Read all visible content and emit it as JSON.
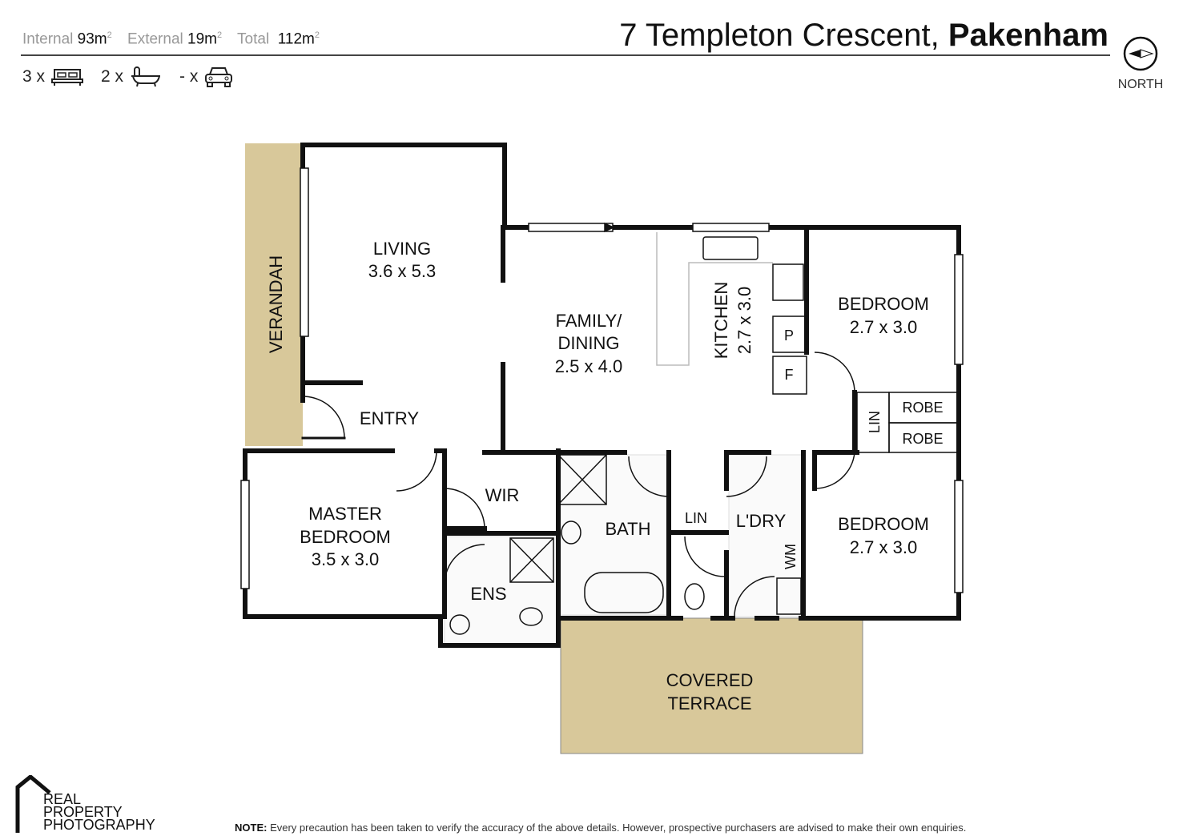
{
  "header": {
    "internal_label": "Internal",
    "internal_value": "93m",
    "external_label": "External",
    "external_value": "19m",
    "total_label": "Total",
    "total_value": "112m",
    "sq": "2",
    "address": "7 Templeton Crescent,",
    "suburb": "Pakenham",
    "bedrooms": "3 x",
    "bathrooms": "2 x",
    "cars": "- x",
    "north_label": "NORTH"
  },
  "rooms": {
    "verandah": "VERANDAH",
    "living": [
      "LIVING",
      "3.6 x 5.3"
    ],
    "family": [
      "FAMILY/",
      "DINING",
      "2.5 x 4.0"
    ],
    "kitchen": [
      "KITCHEN",
      "2.7 x 3.0"
    ],
    "bed1": [
      "BEDROOM",
      "2.7 x 3.0"
    ],
    "bed2": [
      "BEDROOM",
      "2.7 x 3.0"
    ],
    "master": [
      "MASTER",
      "BEDROOM",
      "3.5 x 3.0"
    ],
    "entry": "ENTRY",
    "wir": "WIR",
    "ens": "ENS",
    "bath": "BATH",
    "lin1": "LIN",
    "lin2": "LIN",
    "ldry": "L'DRY",
    "wm": "WM",
    "robe1": "ROBE",
    "robe2": "ROBE",
    "p": "P",
    "f": "F",
    "terrace": [
      "COVERED",
      "TERRACE"
    ]
  },
  "colors": {
    "outdoor": "#d8c89a",
    "wall": "#111111"
  },
  "footer": {
    "logo": [
      "REAL",
      "PROPERTY",
      "PHOTOGRAPHY"
    ],
    "note_label": "NOTE:",
    "note_text": " Every precaution has been taken to verify the accuracy of the above details. However, prospective purchasers are advised to make their own enquiries."
  }
}
